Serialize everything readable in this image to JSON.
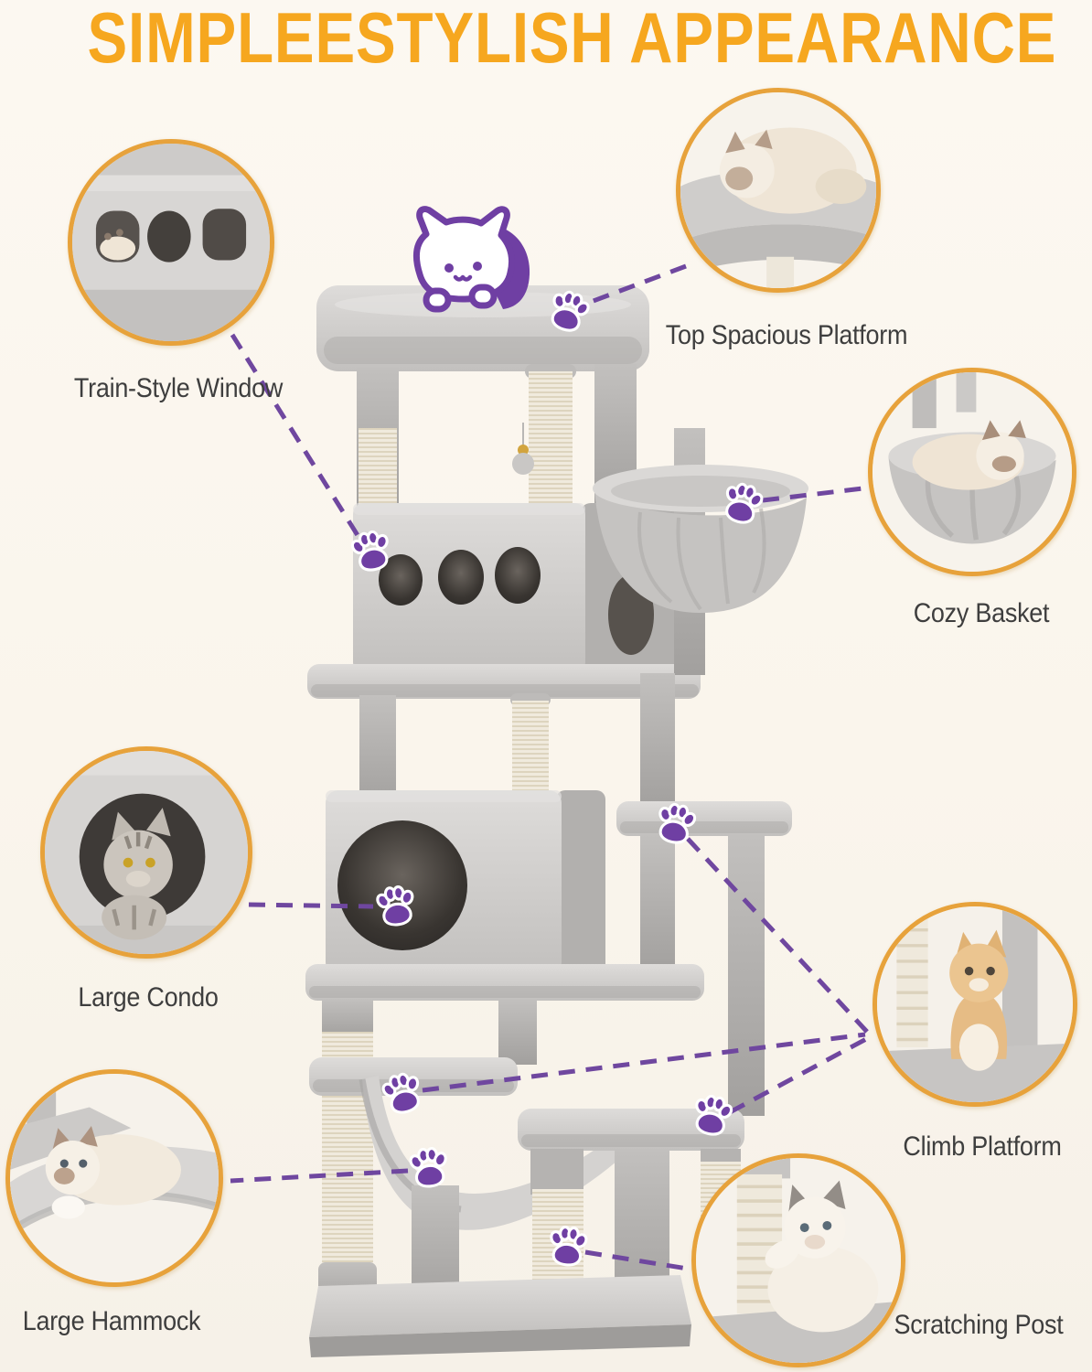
{
  "title": "SIMPLEESTYLISH APPEARANCE",
  "colors": {
    "title_orange": "#F6A71F",
    "callout_ring_orange": "#E7A23B",
    "connector_purple": "#6F479F",
    "paw_purple": "#6F3FA3",
    "label_text": "#3E3E3E",
    "background_cream": "#FCF8F1",
    "plush_gray": "#C9C7C5",
    "sisal_beige": "#EFE9DC"
  },
  "callouts": [
    {
      "id": "train-style-window",
      "label": "Train-Style Window"
    },
    {
      "id": "top-spacious-platform",
      "label": "Top Spacious Platform"
    },
    {
      "id": "cozy-basket",
      "label": "Cozy Basket"
    },
    {
      "id": "large-condo",
      "label": "Large Condo"
    },
    {
      "id": "climb-platform",
      "label": "Climb Platform"
    },
    {
      "id": "large-hammock",
      "label": "Large Hammock"
    },
    {
      "id": "scratching-post",
      "label": "Scratching Post"
    }
  ],
  "markers": {
    "paw_icon_count": 9,
    "mascot": "peeking-cat-doodle"
  }
}
